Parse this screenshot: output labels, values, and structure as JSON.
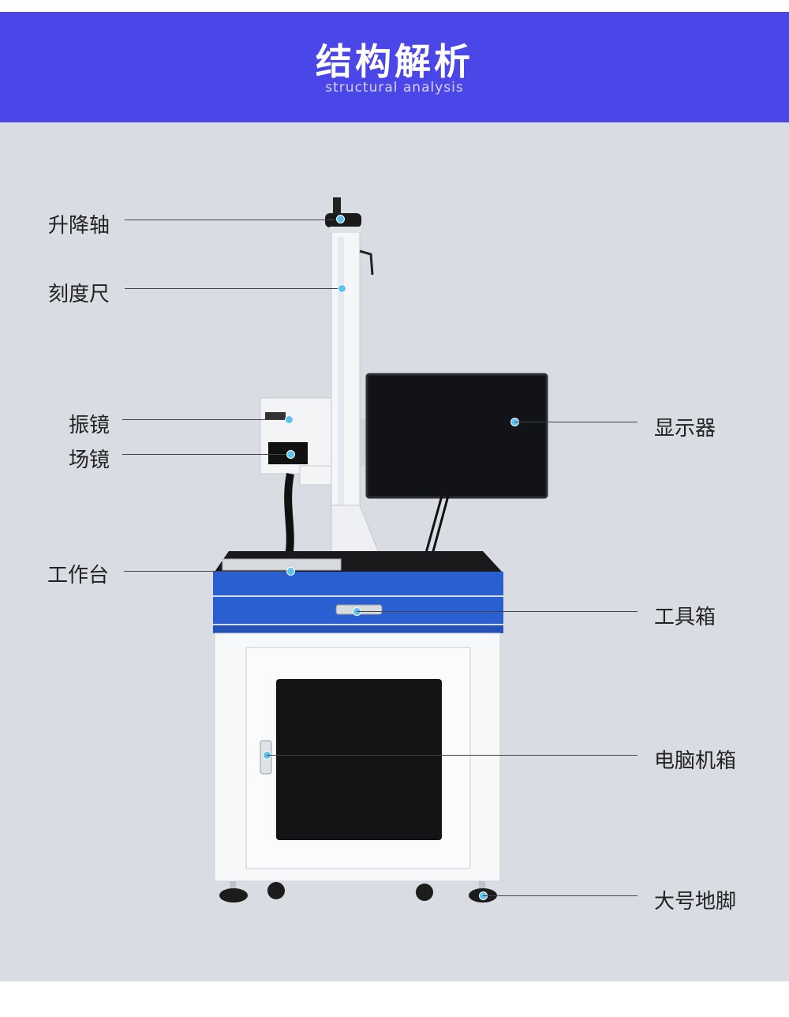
{
  "header": {
    "title": "结构解析",
    "subtitle": "structural analysis"
  },
  "colors": {
    "header_bg": "#4a46e8",
    "panel_bg": "#d9dde3",
    "marker_dot": "#5cc3f0",
    "cabinet_blue": "#2a5fd1"
  },
  "labels": {
    "lift_shaft": "升降轴",
    "scale_ruler": "刻度尺",
    "galvo": "振镜",
    "field_lens": "场镜",
    "worktable": "工作台",
    "monitor": "显示器",
    "toolbox": "工具箱",
    "computer_case": "电脑机箱",
    "large_feet": "大号地脚"
  },
  "icons": [
    "marker-dot-icon"
  ]
}
